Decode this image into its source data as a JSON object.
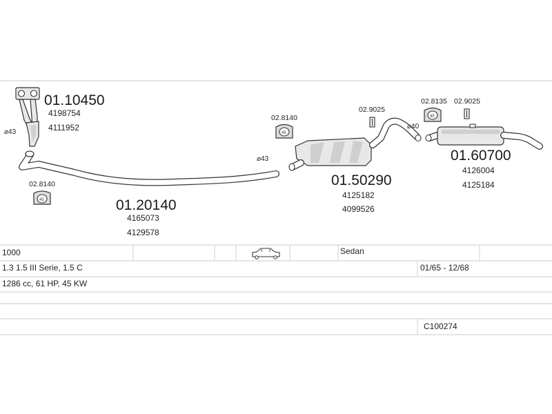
{
  "parts": {
    "manifold": {
      "number": "01.10450",
      "oe": [
        "4198754",
        "4111952"
      ]
    },
    "front_pipe": {
      "number": "01.20140",
      "oe": [
        "4165073",
        "4129578"
      ]
    },
    "mid_muffler": {
      "number": "01.50290",
      "oe": [
        "4125182",
        "4099526"
      ]
    },
    "rear_muffler": {
      "number": "01.60700",
      "oe": [
        "4126004",
        "4125184"
      ]
    }
  },
  "accessories": {
    "hanger_left": "02.8140",
    "hanger_mid": "02.8140",
    "clamp_mid": "02.9025",
    "hanger_rear": "02.8135",
    "clamp_rear": "02.9025"
  },
  "diameters": {
    "d1": "⌀43",
    "d2": "⌀43",
    "d3": "⌀40"
  },
  "table": {
    "model": "1000",
    "body_type": "Sedan",
    "variant": "1.3 1.5 III Serie, 1.5 C",
    "years": "01/65 - 12/68",
    "engine": "1286 cc, 61 HP, 45 KW",
    "code": "C100274"
  },
  "icons": {
    "car": "sedan-car-icon",
    "hanger": "rubber-hanger-icon",
    "clamp": "clamp-icon"
  }
}
